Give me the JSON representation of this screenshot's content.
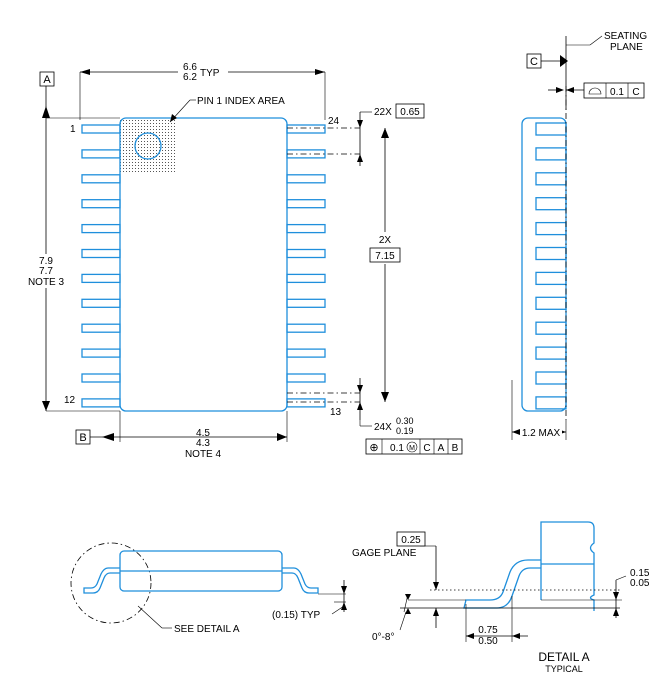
{
  "top_view": {
    "width_typ": {
      "max": "6.6",
      "min": "6.2",
      "suffix": "TYP"
    },
    "datum_a": "A",
    "datum_b": "B",
    "pin1_label": "PIN 1 INDEX AREA",
    "pin_first": "1",
    "pin_last_left": "12",
    "pin_last_right": "24",
    "pin_13": "13",
    "length": {
      "max": "7.9",
      "min": "7.7",
      "note": "NOTE 3"
    },
    "body_width": {
      "max": "4.5",
      "min": "4.3",
      "note": "NOTE 4"
    },
    "pitch": {
      "count": "22X",
      "value": "0.65"
    },
    "span": {
      "count": "2X",
      "value": "7.15"
    },
    "lead_width": {
      "count": "24X",
      "max": "0.30",
      "min": "0.19"
    },
    "tolerance_frame": {
      "symbol": "⊕",
      "value": "0.1",
      "modifier": "M",
      "datums": [
        "C",
        "A",
        "B"
      ]
    }
  },
  "side_view": {
    "datum_c": "C",
    "seating_plane_label": [
      "SEATING",
      "PLANE"
    ],
    "flatness": {
      "symbol": "⌓",
      "value": "0.1",
      "datum": "C"
    },
    "height": "1.2 MAX"
  },
  "profile_view": {
    "see_detail": "SEE DETAIL  A",
    "standoff": "(0.15) TYP"
  },
  "detail_a": {
    "gage_value": "0.25",
    "gage_label": "GAGE PLANE",
    "angle": "0°-8°",
    "foot_length": {
      "max": "0.75",
      "min": "0.50"
    },
    "standoff": {
      "max": "0.15",
      "min": "0.05"
    },
    "title": "DETAIL A",
    "subtitle": "TYPICAL"
  },
  "colors": {
    "outline": "#1f8fdc",
    "dimension": "#000000",
    "background": "#ffffff"
  }
}
